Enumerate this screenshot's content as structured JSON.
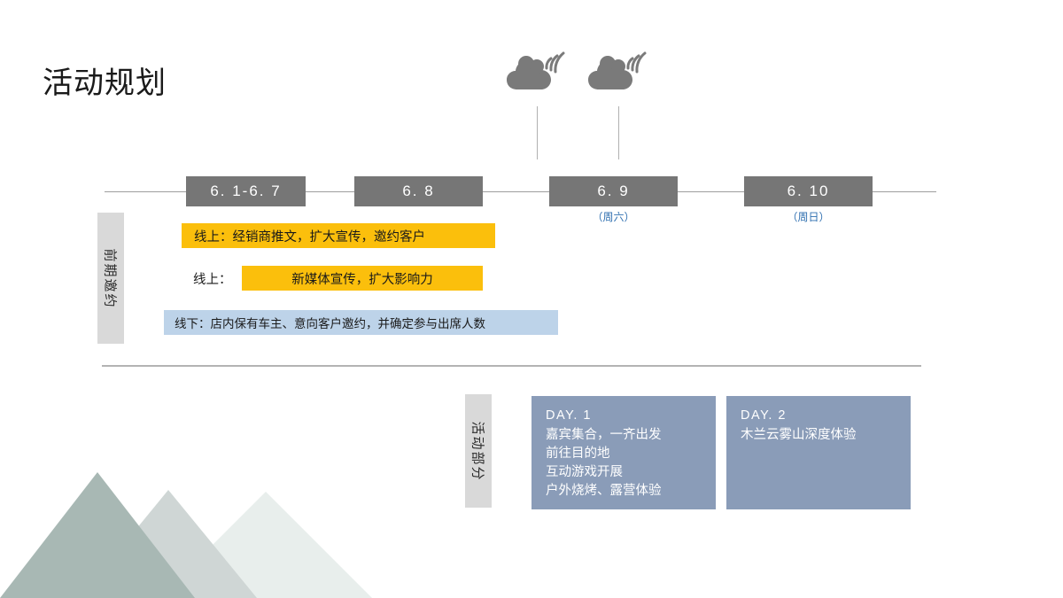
{
  "slide": {
    "title": "活动规划",
    "background": "#ffffff"
  },
  "colors": {
    "chip_grey": "#767676",
    "yellow": "#FBBF0C",
    "blue_bar": "#BDD3E9",
    "day_card": "#8A9CB8",
    "label_grey": "#d9d9d9",
    "weekday_blue": "#2f6fb0",
    "axis_grey": "#9e9e9e",
    "mountain_dark": "#A8B8B4",
    "mountain_mid": "#CFD6D5",
    "mountain_light": "#E8EEEC"
  },
  "decor": {
    "cloud_icons": [
      "cloud-signal-icon",
      "cloud-signal-icon"
    ]
  },
  "timeline": {
    "chips": [
      {
        "label": "6. 1-6. 7",
        "weekday": ""
      },
      {
        "label": "6. 8",
        "weekday": ""
      },
      {
        "label": "6. 9",
        "weekday": "（周六）"
      },
      {
        "label": "6. 10",
        "weekday": "（周日）"
      }
    ]
  },
  "sections": [
    {
      "label": "前期邀约",
      "rows": [
        {
          "prefix": "",
          "text": "线上：经销商推文，扩大宣传，邀约客户",
          "style": "yellow"
        },
        {
          "prefix": "线上：",
          "text": "新媒体宣传，扩大影响力",
          "style": "yellow"
        },
        {
          "prefix": "",
          "text": "线下：店内保有车主、意向客户邀约，并确定参与出席人数",
          "style": "blue"
        }
      ]
    },
    {
      "label": "活动部分",
      "cards": [
        {
          "head": "DAY. 1",
          "lines": "嘉宾集合，一齐出发\n前往目的地\n互动游戏开展\n户外烧烤、露营体验"
        },
        {
          "head": "DAY. 2",
          "lines": "木兰云雾山深度体验"
        }
      ]
    }
  ]
}
